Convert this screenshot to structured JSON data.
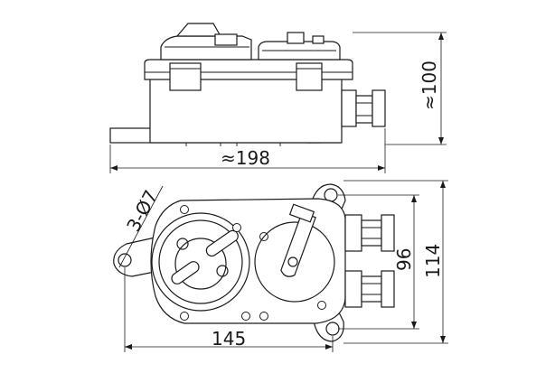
{
  "dimensions": {
    "height_side": "≈100",
    "length_side": "≈198",
    "holes": "3-Ø7",
    "width_bottom": "145",
    "inner_height": "96",
    "outer_height": "114"
  }
}
